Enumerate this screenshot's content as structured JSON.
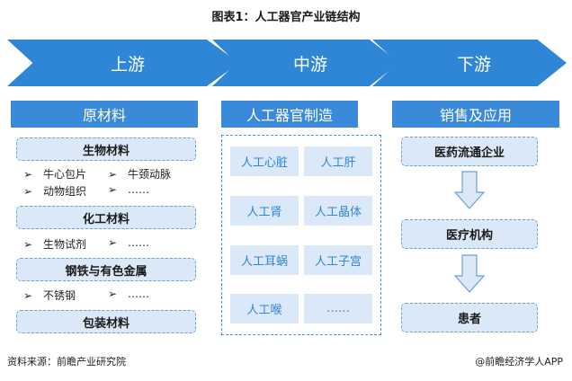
{
  "title": "图表1：人工器官产业链结构",
  "stages": [
    "上游",
    "中游",
    "下游"
  ],
  "upstream": {
    "header": "原材料",
    "groups": [
      {
        "name": "生物材料",
        "items": [
          "牛心包片",
          "牛颈动脉",
          "动物组织",
          "……"
        ]
      },
      {
        "name": "化工材料",
        "items": [
          "生物试剂",
          "……"
        ]
      },
      {
        "name": "钢铁与有色金属",
        "items": [
          "不锈钢",
          "……"
        ]
      },
      {
        "name": "包装材料",
        "items": []
      }
    ]
  },
  "midstream": {
    "header": "人工器官制造",
    "items": [
      "人工心脏",
      "人工肝",
      "人工肾",
      "人工晶体",
      "人工耳蜗",
      "人工子宫",
      "人工喉",
      "……"
    ]
  },
  "downstream": {
    "header": "销售及应用",
    "flow": [
      "医药流通企业",
      "医疗机构",
      "患者"
    ]
  },
  "footer": {
    "source": "资料来源：前瞻产业研究院",
    "brand": "@前瞻经济学人APP"
  },
  "colors": {
    "primary": "#2f86d6",
    "light_fill": "#dbe8f7",
    "dashed_border": "#4a8fd6"
  },
  "icons": {
    "bullet": "arrow-bullet-icon",
    "flow_arrow": "down-arrow-icon"
  }
}
